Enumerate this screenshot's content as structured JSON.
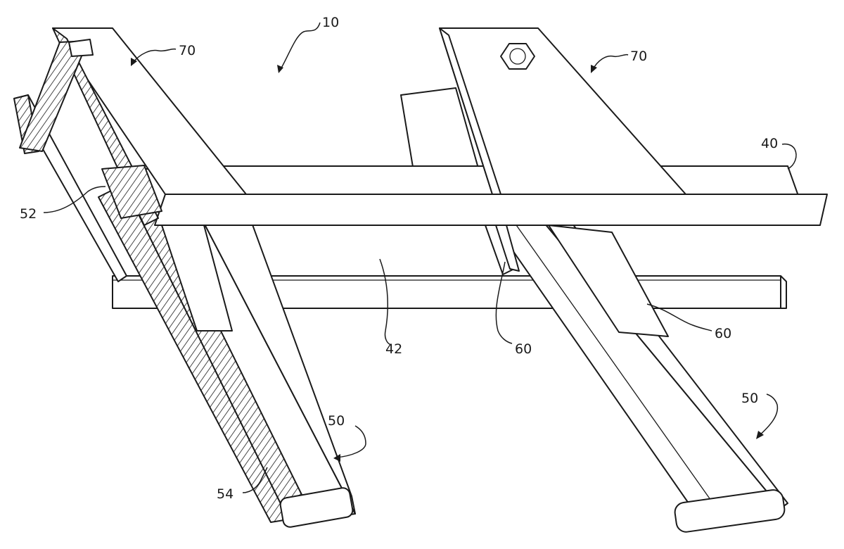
{
  "reference_numerals": {
    "assembly": "10",
    "clamp_plate_left": "70",
    "clamp_plate_right": "70",
    "upper_beam": "40",
    "lower_beam": "42",
    "tube_end_inner": "52",
    "tube_wall": "54",
    "tube_left": "50",
    "tube_right": "50",
    "spacer_center": "60",
    "spacer_right": "60"
  }
}
